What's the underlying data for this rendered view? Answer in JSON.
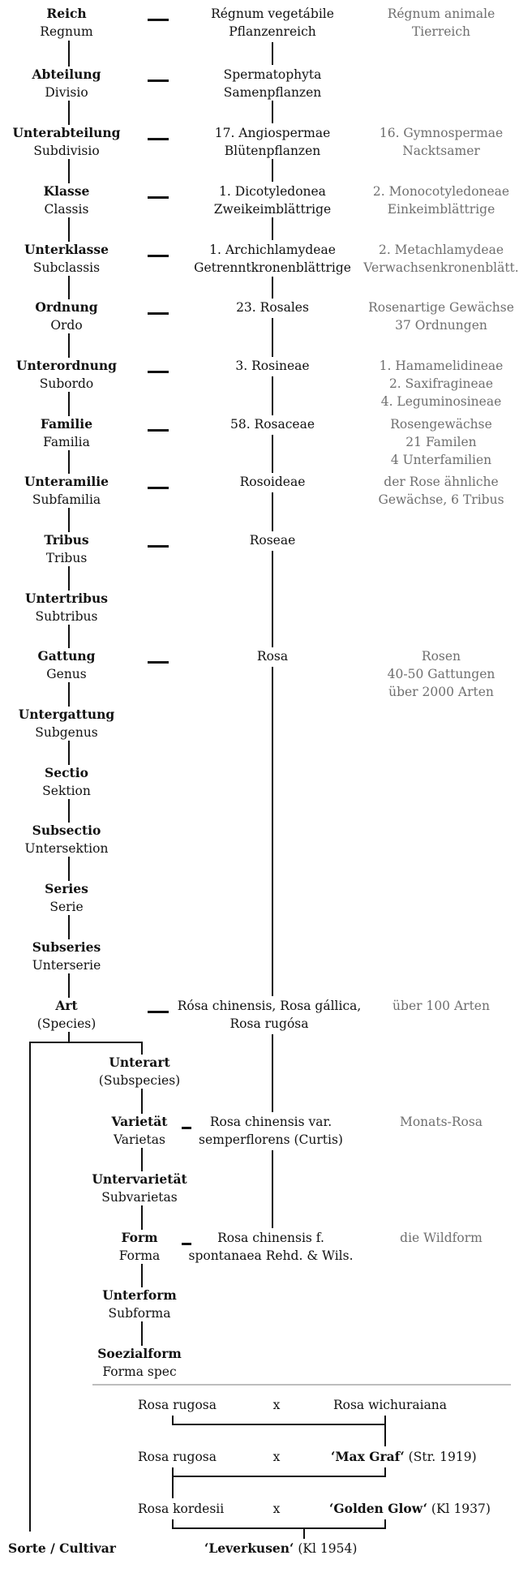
{
  "ranks": [
    {
      "de": "Reich",
      "la": "Regnum"
    },
    {
      "de": "Abteilung",
      "la": "Divisio"
    },
    {
      "de": "Unterabteilung",
      "la": "Subdivisio"
    },
    {
      "de": "Klasse",
      "la": "Classis"
    },
    {
      "de": "Unterklasse",
      "la": "Subclassis"
    },
    {
      "de": "Ordnung",
      "la": "Ordo"
    },
    {
      "de": "Unterordnung",
      "la": "Subordo"
    },
    {
      "de": "Familie",
      "la": "Familia"
    },
    {
      "de": "Unteramilie",
      "la": "Subfamilia"
    },
    {
      "de": "Tribus",
      "la": "Tribus"
    },
    {
      "de": "Untertribus",
      "la": "Subtribus"
    },
    {
      "de": "Gattung",
      "la": "Genus"
    },
    {
      "de": "Untergattung",
      "la": "Subgenus"
    },
    {
      "de": "Sectio",
      "la": "Sektion"
    },
    {
      "de": "Subsectio",
      "la": "Untersektion"
    },
    {
      "de": "Series",
      "la": "Serie"
    },
    {
      "de": "Subseries",
      "la": "Unterserie"
    },
    {
      "de": "Art",
      "la": "(Species)"
    },
    {
      "de": "Unterart",
      "la": "(Subspecies)"
    },
    {
      "de": "Varietät",
      "la": "Varietas"
    },
    {
      "de": "Untervarietät",
      "la": "Subvarietas"
    },
    {
      "de": "Form",
      "la": "Forma"
    },
    {
      "de": "Unterform",
      "la": "Subforma"
    },
    {
      "de": "Soezialform",
      "la": "Forma spec"
    }
  ],
  "rose_path": [
    [
      "Régnum vegetábile",
      "Pflanzenreich"
    ],
    [
      "Spermatophyta",
      "Samenpflanzen"
    ],
    [
      "17. Angiospermae",
      "Blütenpflanzen"
    ],
    [
      "1. Dicotyledonea",
      "Zweikeimblättrige"
    ],
    [
      "1. Archichlamydeae",
      "Getrenntkronenblättrige"
    ],
    [
      "23. Rosales"
    ],
    [
      "3. Rosineae"
    ],
    [
      "58. Rosaceae"
    ],
    [
      "Rosoideae"
    ],
    [
      "Roseae"
    ],
    [
      "Rosa"
    ],
    [
      "Rósa chinensis, Rosa gállica,",
      "Rosa rugósa"
    ],
    [
      "Rosa chinensis var.",
      "semperflorens (Curtis)"
    ],
    [
      "Rosa chinensis f.",
      "spontanaea Rehd. & Wils."
    ]
  ],
  "alternatives": [
    [
      "Régnum animale",
      "Tierreich"
    ],
    [
      "16. Gymnospermae",
      "Nacktsamer"
    ],
    [
      "2. Monocotyledoneae",
      "Einkeimblättrige"
    ],
    [
      "2. Metachlamydeae",
      "Verwachsenkronenblätt."
    ],
    [
      "Rosenartige Gewächse",
      "37 Ordnungen"
    ],
    [
      "1. Hamamelidineae",
      "2. Saxifragineae",
      "4. Leguminosineae"
    ],
    [
      "Rosengewächse",
      "21 Familen",
      "4 Unterfamilien"
    ],
    [
      "der Rose ähnliche",
      "Gewächse, 6 Tribus"
    ],
    [
      "Rosen",
      "40-50 Gattungen",
      "über 2000 Arten"
    ],
    [
      "über 100 Arten"
    ],
    [
      "Monats-Rosa"
    ],
    [
      "die Wildform"
    ]
  ],
  "crosses": {
    "row1": {
      "left": "Rosa rugosa",
      "x": "x",
      "right": "Rosa wichuraiana"
    },
    "row2": {
      "left": "Rosa rugosa",
      "x": "x",
      "right_bold": "‘Max Graf‘",
      "right_rest": " (Str. 1919)"
    },
    "row3": {
      "left": "Rosa kordesii",
      "x": "x",
      "right_bold": "‘Golden Glow‘",
      "right_rest": " (Kl 1937)"
    },
    "result_bold": "‘Leverkusen‘",
    "result_rest": " (Kl 1954)"
  },
  "cultivar_label": "Sorte / Cultivar"
}
